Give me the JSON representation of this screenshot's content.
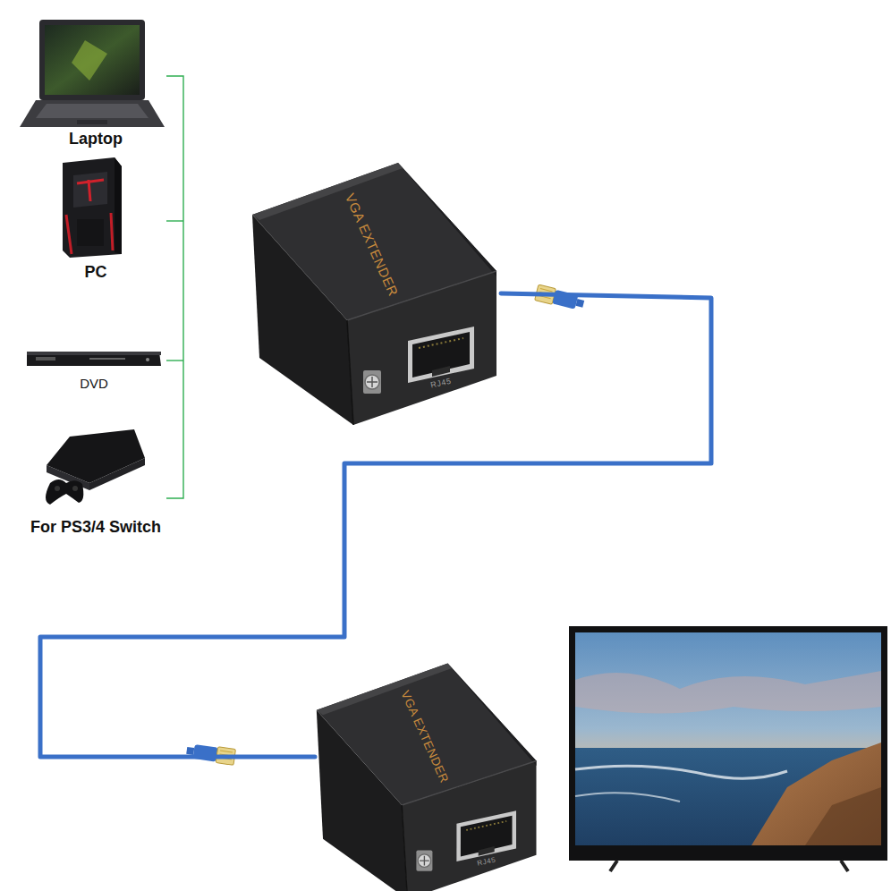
{
  "diagram": {
    "nodes": [
      {
        "text": [
          "VGA EXTENDER",
          "RJ45"
        ]
      },
      {
        "text": [
          "VGA EXTENDER",
          "RJ45"
        ]
      }
    ],
    "edges": [
      {
        "from": 0,
        "to": 1,
        "arrow": "none"
      }
    ],
    "labels": [
      "Laptop",
      "PC",
      "DVD",
      "For PS3/4 Switch"
    ]
  }
}
